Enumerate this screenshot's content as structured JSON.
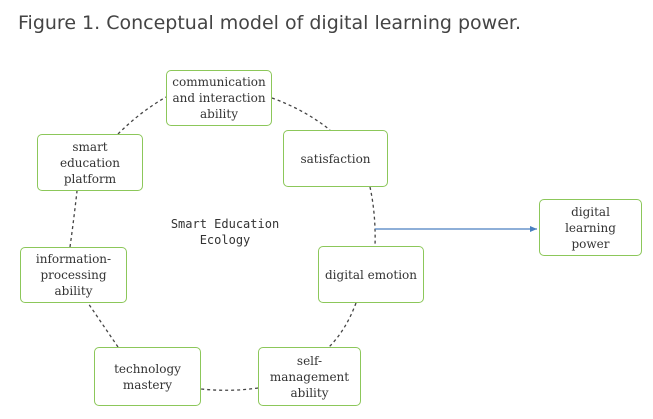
{
  "caption": "Figure 1. Conceptual model of digital learning power.",
  "center_label": "Smart Education\nEcology",
  "nodes": {
    "communication": "communication\nand interaction\nability",
    "satisfaction": "satisfaction",
    "digital_emotion": "digital emotion",
    "self_management": "self-\nmanagement\nability",
    "technology_mastery": "technology\nmastery",
    "information_processing": "information-\nprocessing\nability",
    "smart_education_platform": "smart\neducation\nplatform",
    "digital_learning_power": "digital learning\npower"
  },
  "colors": {
    "node_border": "#8cc75a",
    "connector": "#444444",
    "arrow": "#4a7fc1",
    "caption_text": "#444444"
  }
}
